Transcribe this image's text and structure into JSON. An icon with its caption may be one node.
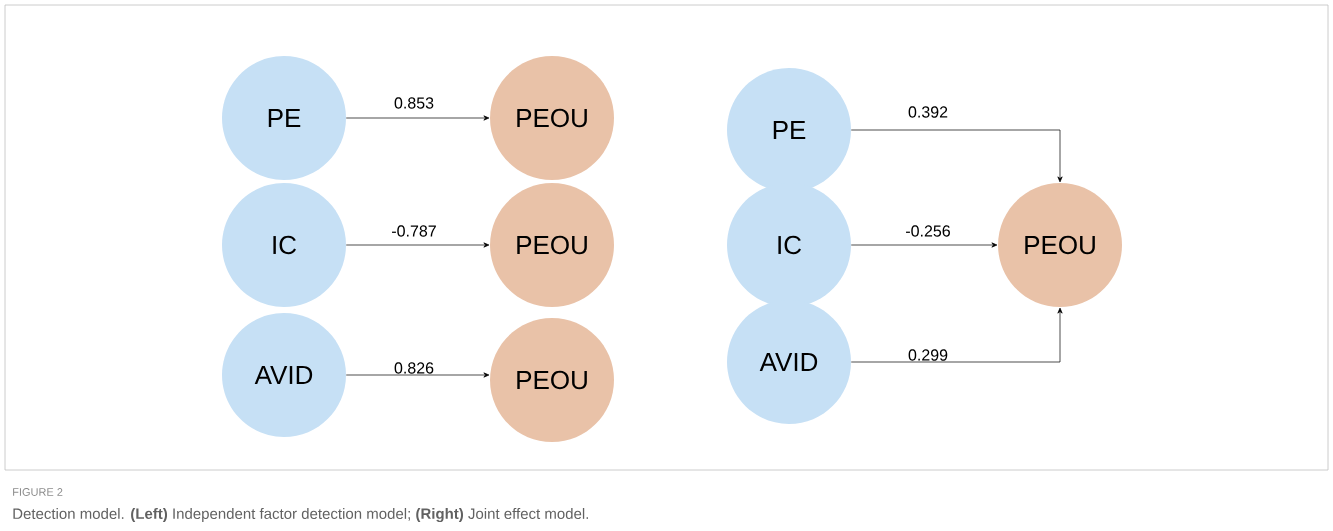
{
  "diagram": {
    "caption": "Detection model. **(Left)** Independent factor detection model; **(Right)** Joint effect model.",
    "nodes": [
      {
        "text": [
          "PE"
        ]
      },
      {
        "text": [
          "PEOU"
        ]
      },
      {
        "text": [
          "IC"
        ]
      },
      {
        "text": [
          "PEOU"
        ]
      },
      {
        "text": [
          "AVID"
        ]
      },
      {
        "text": [
          "PEOU"
        ]
      },
      {
        "text": [
          "PE"
        ]
      },
      {
        "text": [
          "IC"
        ]
      },
      {
        "text": [
          "AVID"
        ]
      },
      {
        "text": [
          "PEOU"
        ]
      }
    ],
    "edges": [
      {
        "from": 0,
        "to": 1,
        "arrow": "to",
        "label": "0.853"
      },
      {
        "from": 2,
        "to": 3,
        "arrow": "to",
        "label": "-0.787"
      },
      {
        "from": 4,
        "to": 5,
        "arrow": "to",
        "label": "0.826"
      },
      {
        "from": 6,
        "to": 9,
        "arrow": "to",
        "label": "0.392"
      },
      {
        "from": 7,
        "to": 9,
        "arrow": "to",
        "label": "-0.256"
      },
      {
        "from": 8,
        "to": 9,
        "arrow": "to",
        "label": "0.299"
      }
    ],
    "labels": [
      "FIGURE 2"
    ]
  }
}
